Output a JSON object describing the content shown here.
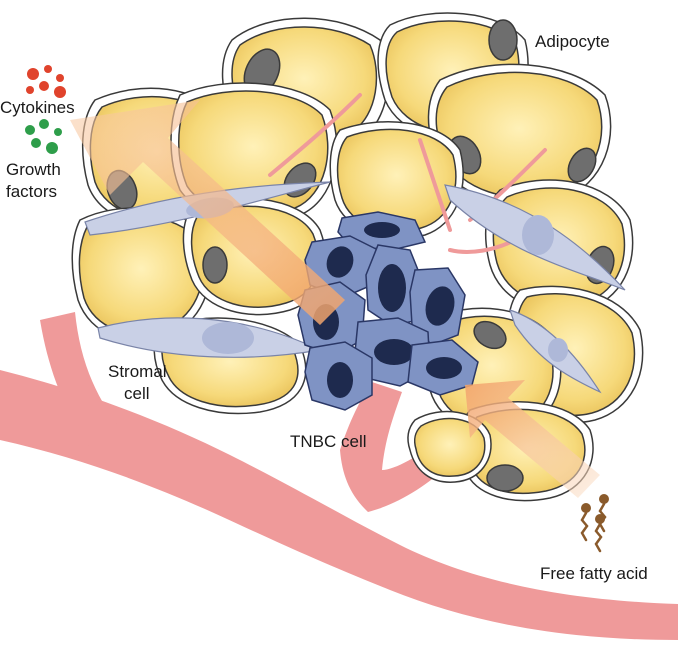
{
  "labels": {
    "adipocyte": "Adipocyte",
    "cytokines": "Cytokines",
    "growth_factors_line1": "Growth",
    "growth_factors_line2": "factors",
    "stromal_cell_line1": "Stromal",
    "stromal_cell_line2": "cell",
    "tnbc_cell": "TNBC cell",
    "free_fatty_acid": "Free fatty acid"
  },
  "colors": {
    "adipocyte_fill": "#f6d97a",
    "adipocyte_outline": "#3a3a3a",
    "nucleus": "#6e6e6e",
    "tnbc_fill": "#7f93c4",
    "tnbc_nucleus": "#1e2a4e",
    "stromal_fill": "#c9d0e6",
    "vessel": "#ef9a9a",
    "arrow": "#f3b07a",
    "cytokine": "#e0432c",
    "growth_factor": "#2e9e4a",
    "fatty_acid": "#8a5a2b"
  }
}
